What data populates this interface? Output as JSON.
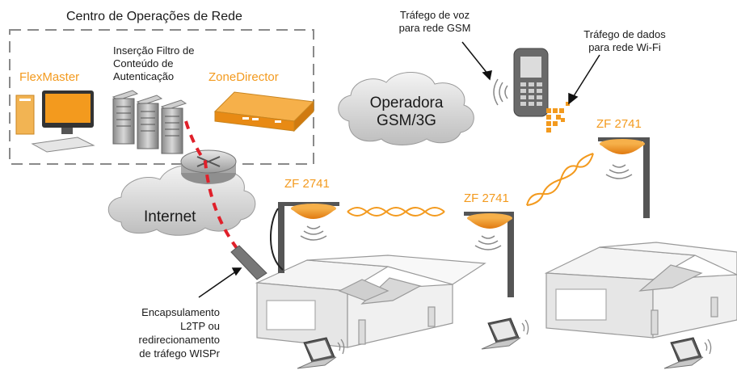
{
  "noc": {
    "title": "Centro de Operações de Rede"
  },
  "products": {
    "flexmaster": "FlexMaster",
    "zonedirector": "ZoneDirector",
    "servers_line1": "Inserção Filtro de",
    "servers_line2": "Conteúdo de",
    "servers_line3": "Autenticação"
  },
  "clouds": {
    "internet": "Internet",
    "operator_line1": "Operadora",
    "operator_line2": "GSM/3G"
  },
  "access_points": [
    {
      "label": "ZF 2741"
    },
    {
      "label": "ZF 2741"
    },
    {
      "label": "ZF 2741"
    }
  ],
  "phone": {
    "voice_line1": "Tráfego de voz",
    "voice_line2": "para rede GSM",
    "data_line1": "Tráfego de dados",
    "data_line2": "para rede Wi-Fi"
  },
  "tunnel": {
    "line1": "Encapsulamento",
    "line2": "L2TP ou",
    "line3": "redirecionamento",
    "line4": "de tráfego WISPr"
  },
  "colors": {
    "accent": "#f39a1e",
    "tunnel_dash": "#e0202a",
    "dashed_box": "#8a8a8a"
  }
}
